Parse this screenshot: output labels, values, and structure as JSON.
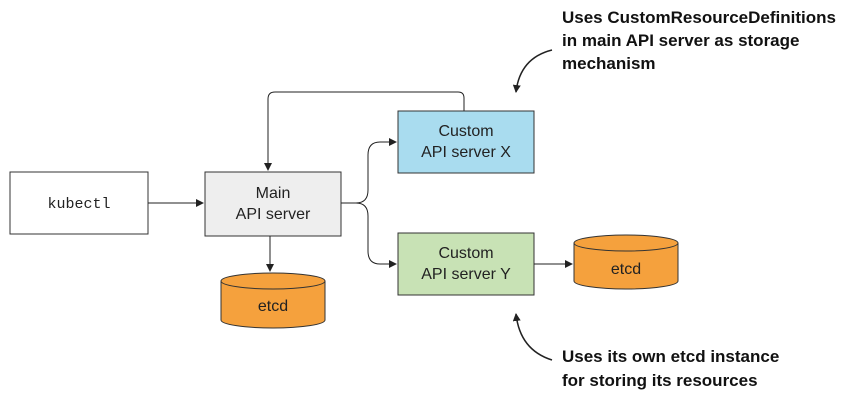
{
  "nodes": {
    "kubectl": {
      "label": "kubectl"
    },
    "main_api_server": {
      "line1": "Main",
      "line2": "API server"
    },
    "custom_x": {
      "line1": "Custom",
      "line2": "API server X"
    },
    "custom_y": {
      "line1": "Custom",
      "line2": "API server Y"
    },
    "etcd_main": {
      "label": "etcd"
    },
    "etcd_y": {
      "label": "etcd"
    }
  },
  "callouts": {
    "top": {
      "line1": "Uses CustomResourceDefinitions",
      "line2": "in main API server as storage",
      "line3": "mechanism"
    },
    "bottom": {
      "line1": "Uses its own etcd instance",
      "line2": "for storing its resources"
    }
  },
  "colors": {
    "custom_x_fill": "#a9dcef",
    "custom_y_fill": "#c8e2b5",
    "main_fill": "#eeeeee",
    "etcd_fill": "#f5a13d",
    "stroke": "#333333"
  }
}
